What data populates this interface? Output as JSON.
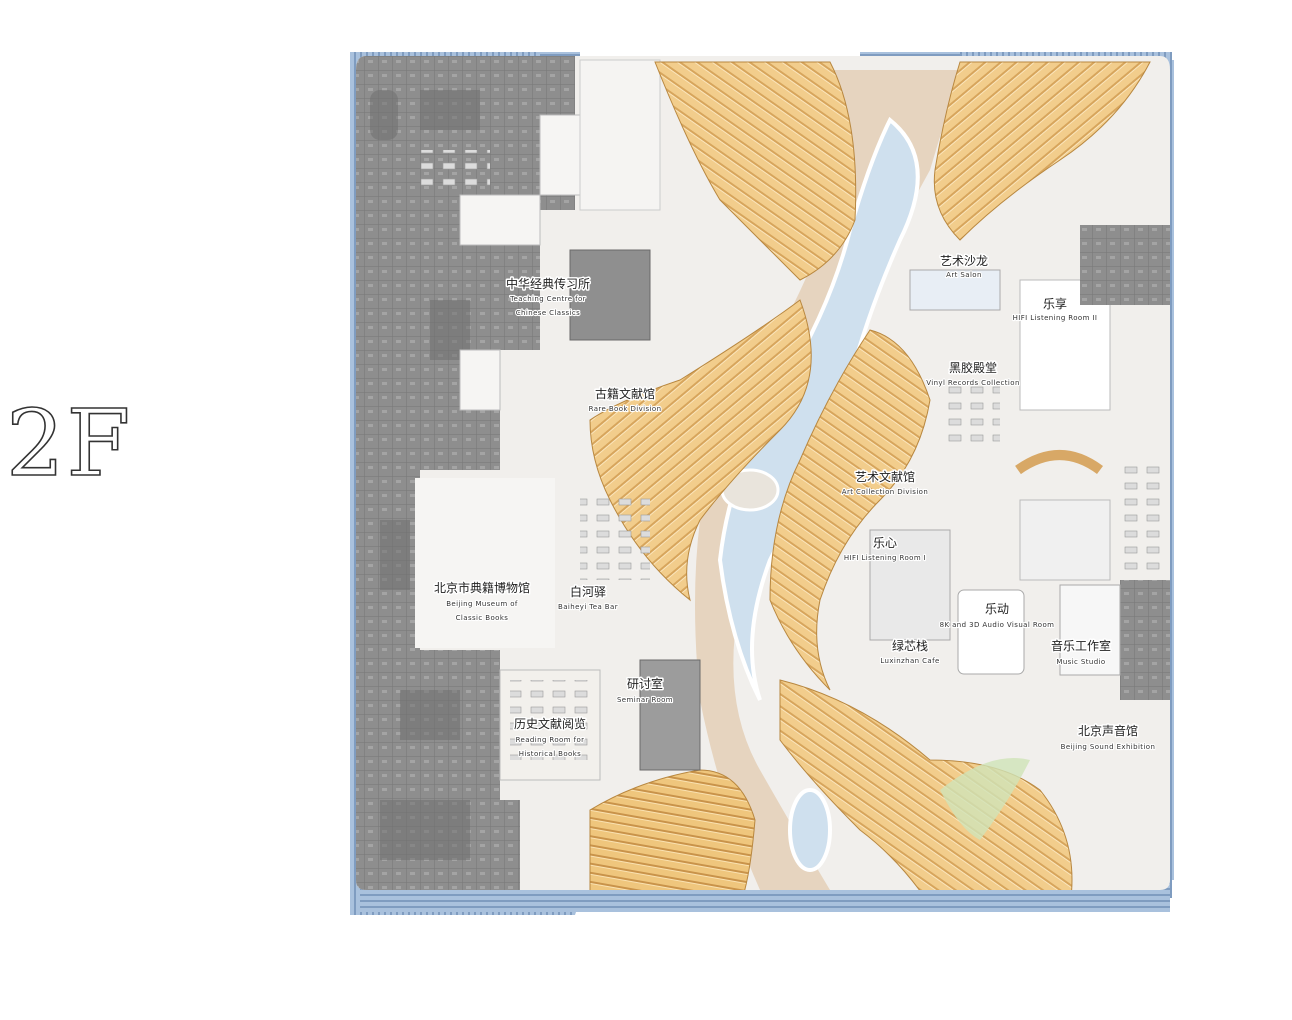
{
  "floor": {
    "label": "2F"
  },
  "colors": {
    "facade": "#9fb8d6",
    "grey_zone": "#8a8a8a",
    "floor": "#f1efec",
    "wood": "#f0c983",
    "wood_dark": "#c99a4c",
    "atrium": "#e8d7c4",
    "water": "#cfe0ee"
  },
  "labels": [
    {
      "id": "teaching-centre",
      "zh": "中华经典传习所",
      "en": [
        "Teaching Centre for",
        "Chinese Classics"
      ]
    },
    {
      "id": "rare-book",
      "zh": "古籍文献馆",
      "en": [
        "Rare Book Division"
      ]
    },
    {
      "id": "beijing-museum",
      "zh": "北京市典籍博物馆",
      "en": [
        "Beijing Museum of",
        "Classic Books"
      ]
    },
    {
      "id": "baihe-tea-bar",
      "zh": "白河驿",
      "en": [
        "Baiheyi Tea Bar"
      ]
    },
    {
      "id": "seminar-room",
      "zh": "研讨室",
      "en": [
        "Seminar Room"
      ]
    },
    {
      "id": "historical-reading",
      "zh": "历史文献阅览",
      "en": [
        "Reading Room for",
        "Historical Books"
      ]
    },
    {
      "id": "art-salon",
      "zh": "艺术沙龙",
      "en": [
        "Art Salon"
      ]
    },
    {
      "id": "hifi-room-2",
      "zh": "乐享",
      "en": [
        "HIFI Listening Room II"
      ]
    },
    {
      "id": "vinyl-records",
      "zh": "黑胶殿堂",
      "en": [
        "Vinyl Records Collection"
      ]
    },
    {
      "id": "art-collection",
      "zh": "艺术文献馆",
      "en": [
        "Art Collection Division"
      ]
    },
    {
      "id": "hifi-room-1",
      "zh": "乐心",
      "en": [
        "HIFI Listening Room I"
      ]
    },
    {
      "id": "av-room",
      "zh": "乐动",
      "en": [
        "8K and 3D Audio Visual Room"
      ]
    },
    {
      "id": "luxinzhan-cafe",
      "zh": "绿芯栈",
      "en": [
        "Luxinzhan Cafe"
      ]
    },
    {
      "id": "music-studio",
      "zh": "音乐工作室",
      "en": [
        "Music Studio"
      ]
    },
    {
      "id": "sound-exhibition",
      "zh": "北京声音馆",
      "en": [
        "Beijing Sound Exhibition"
      ]
    }
  ]
}
